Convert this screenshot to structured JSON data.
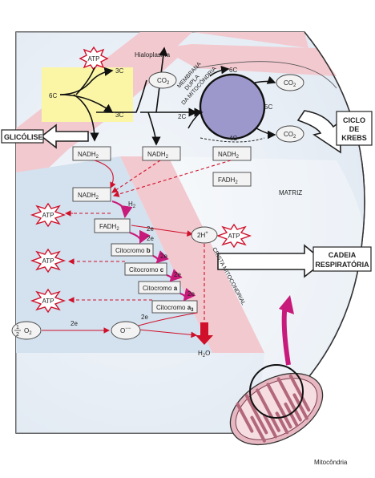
{
  "labels": {
    "hialoplasma": "Hialoplasma",
    "membrana": [
      "MEMBRANA",
      "DUPLA",
      "DA MITOCÔNDRIA"
    ],
    "glicolise": "GLICÓLISE",
    "ciclo": [
      "CICLO",
      "DE",
      "KREBS"
    ],
    "cadeia": [
      "CADEIA",
      "RESPIRATÓRIA"
    ],
    "matriz": "MATRIZ",
    "crista": "CRISTA MITOCONDRIAL",
    "mitocondria": "Mitocôndria",
    "atp": "ATP",
    "c6": "6C",
    "c3a": "3C",
    "c3b": "3C",
    "c2": "2C",
    "c4": "4C",
    "c5": "5C",
    "c6k": "6C",
    "co2": "CO",
    "co2_sub": "2",
    "nadh": "NADH",
    "nadh_sub": "2",
    "fadh": "FADH",
    "fadh_sub": "2",
    "h2": "H",
    "h2_sub": "2",
    "twoe": "2e",
    "twoh": "2H",
    "twoh_sup": "+",
    "cit_b": "Citocromo ",
    "cit_b_bold": "b",
    "cit_c": "Citocromo ",
    "cit_c_bold": "c",
    "cit_a": "Citocromo ",
    "cit_a_bold": "a",
    "cit_a3": "Citocromo ",
    "cit_a3_bold": "a",
    "cit_a3_sub": "3",
    "half_num": "1",
    "half_den": "2",
    "o2": "O",
    "o2_sub": "2",
    "ominus": "O",
    "ominus_sup": "−−",
    "h2o": "H",
    "h2o_sub": "2",
    "h2o_o": "O"
  },
  "colors": {
    "membrane_pink": "#f2c9cf",
    "cytosol_blue": "#e6edf5",
    "crista_blue": "#d4e1ee",
    "krebs_circle": "#9d98cc",
    "glycolysis_box": "#fbf6a6",
    "red": "#d0102a",
    "magenta": "#c81a7a",
    "mito_pink": "#e7b8c2"
  }
}
